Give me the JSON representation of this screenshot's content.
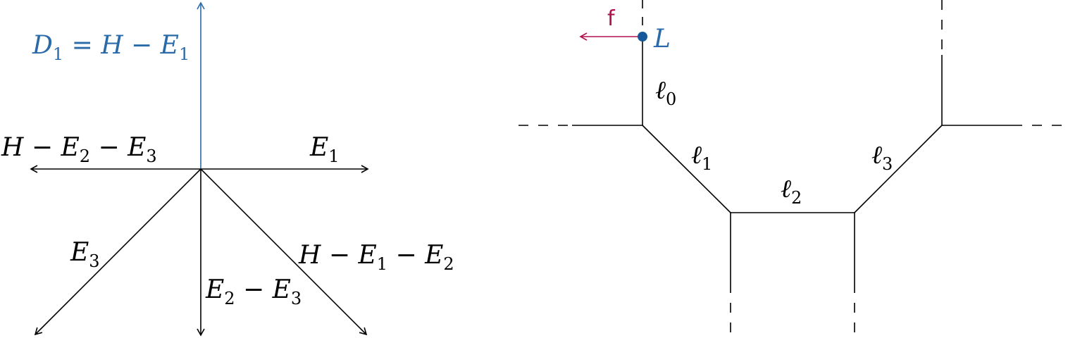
{
  "fan": {
    "d1": {
      "main": "D",
      "sub": "1",
      "rest": " = H − E",
      "sub2": "1"
    },
    "left_ray": {
      "a": "H − E",
      "s1": "2",
      "b": " − E",
      "s2": "3"
    },
    "right_ray": {
      "a": "E",
      "s1": "1"
    },
    "down_left": {
      "a": "E",
      "s1": "3"
    },
    "down": {
      "a": "E",
      "s1": "2",
      "b": " − E",
      "s2": "3"
    },
    "down_right": {
      "a": "H − E",
      "s1": "1",
      "b": " − E",
      "s2": "2"
    }
  },
  "tropical": {
    "f_label": "f",
    "point_label": "L",
    "edges": [
      {
        "main": "ℓ",
        "sub": "0"
      },
      {
        "main": "ℓ",
        "sub": "1"
      },
      {
        "main": "ℓ",
        "sub": "2"
      },
      {
        "main": "ℓ",
        "sub": "3"
      }
    ]
  },
  "colors": {
    "blue": "#2a6aa8",
    "ink": "#000000",
    "magenta": "#b0104f",
    "point": "#17589a"
  }
}
